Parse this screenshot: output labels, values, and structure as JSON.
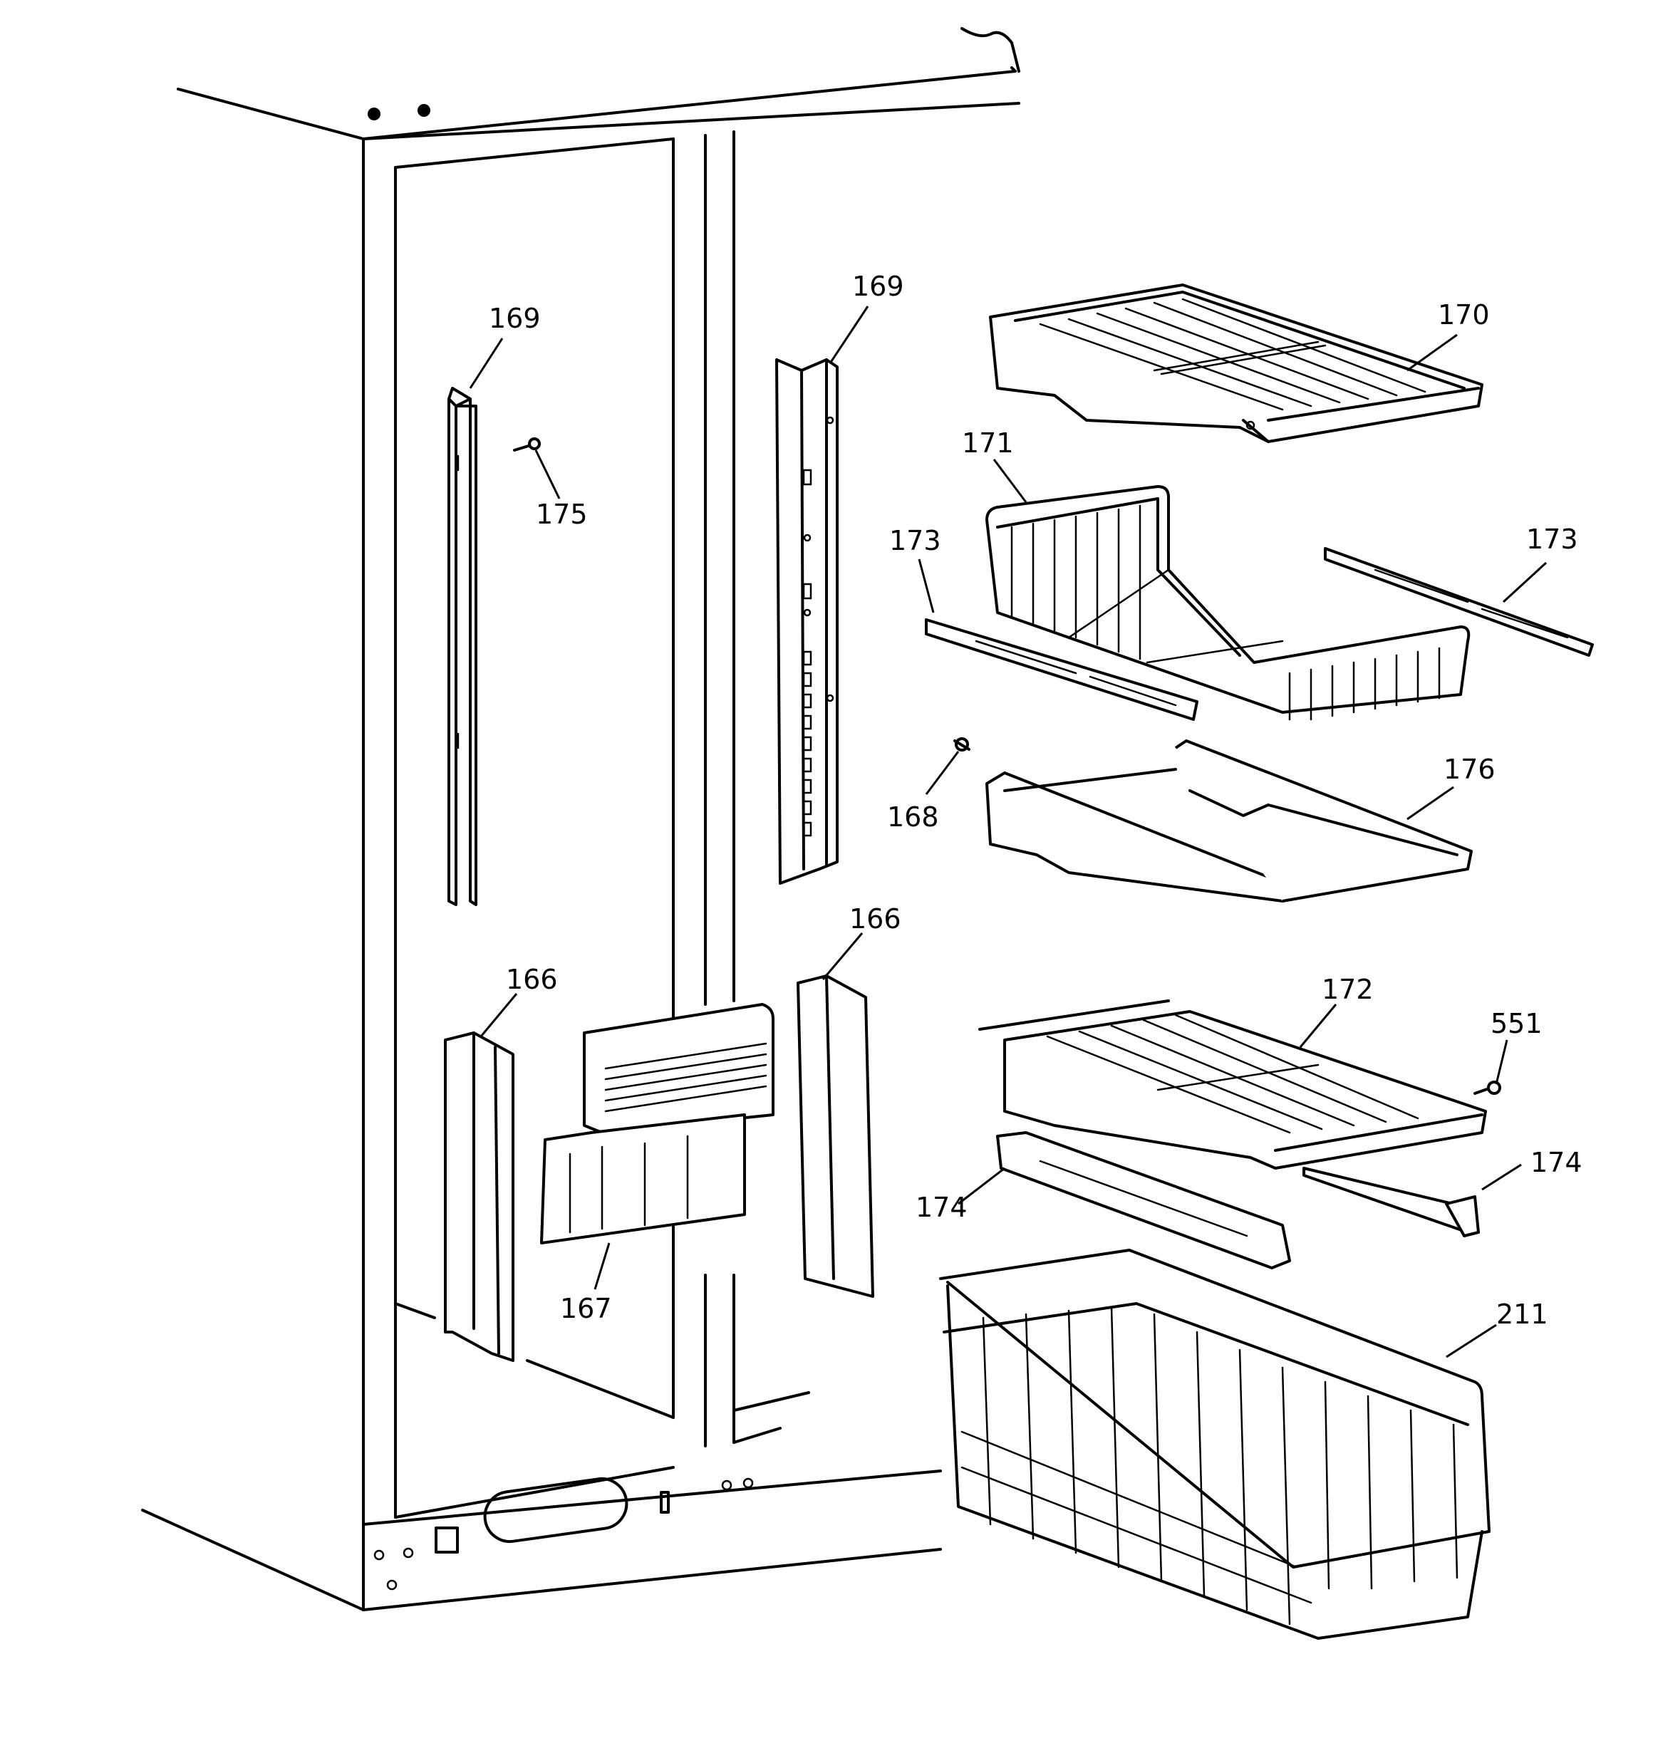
{
  "callouts": [
    {
      "id": "169a",
      "text": "169"
    },
    {
      "id": "175",
      "text": "175"
    },
    {
      "id": "169b",
      "text": "169"
    },
    {
      "id": "170",
      "text": "170"
    },
    {
      "id": "171",
      "text": "171"
    },
    {
      "id": "173a",
      "text": "173"
    },
    {
      "id": "173b",
      "text": "173"
    },
    {
      "id": "168",
      "text": "168"
    },
    {
      "id": "176",
      "text": "176"
    },
    {
      "id": "166a",
      "text": "166"
    },
    {
      "id": "166b",
      "text": "166"
    },
    {
      "id": "167",
      "text": "167"
    },
    {
      "id": "172",
      "text": "172"
    },
    {
      "id": "551",
      "text": "551"
    },
    {
      "id": "174a",
      "text": "174"
    },
    {
      "id": "174b",
      "text": "174"
    },
    {
      "id": "211",
      "text": "211"
    }
  ],
  "colors": {
    "line": "#000000",
    "background": "#ffffff"
  }
}
